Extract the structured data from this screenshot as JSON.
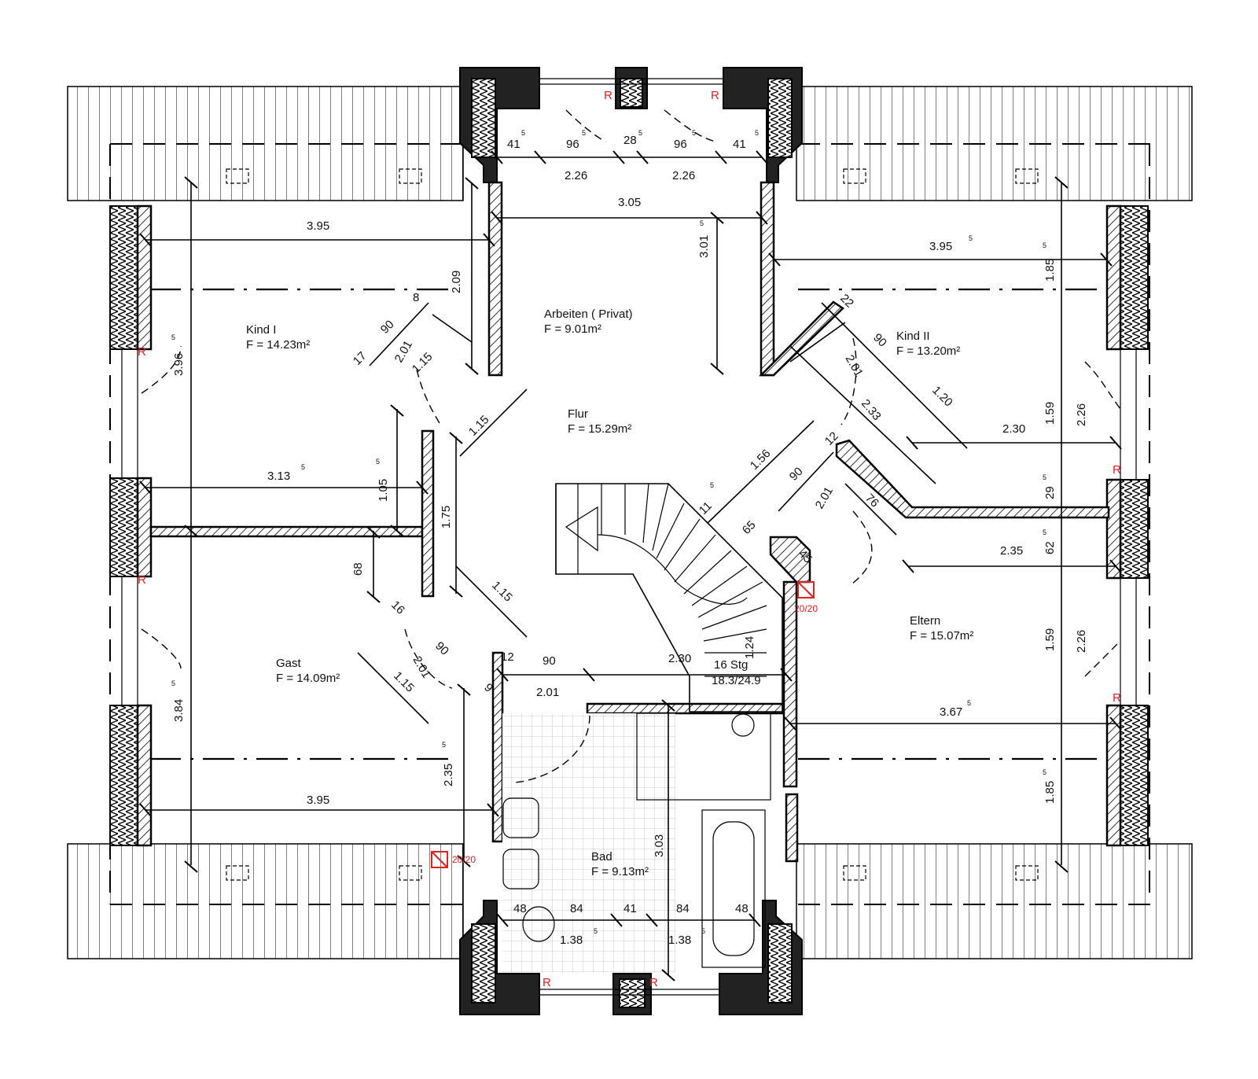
{
  "rooms": {
    "kind1": {
      "name": "Kind I",
      "area": "F = 14.23m²"
    },
    "arbeiten": {
      "name": "Arbeiten ( Privat)",
      "area": "F = 9.01m²"
    },
    "kind2": {
      "name": "Kind II",
      "area": "F = 13.20m²"
    },
    "flur": {
      "name": "Flur",
      "area": "F = 15.29m²"
    },
    "gast": {
      "name": "Gast",
      "area": "F = 14.09m²"
    },
    "eltern": {
      "name": "Eltern",
      "area": "F = 15.07m²"
    },
    "bad": {
      "name": "Bad",
      "area": "F = 9.13m²"
    }
  },
  "stairs": {
    "steps": "16 Stg",
    "ratio": "18.3/24.9"
  },
  "markers": {
    "window": "R",
    "chimney": "20/20"
  },
  "dimensions": {
    "top_41_left": "41",
    "top_96_left": "96",
    "top_28": "28",
    "top_96_right": "96",
    "top_41_right": "41",
    "top_226_left": "2.26",
    "top_226_right": "2.26",
    "arb_305": "3.05",
    "arb_301": "3.01",
    "k1_395": "3.95",
    "k1_209": "2.09",
    "k1_8": "8",
    "k1_90": "90",
    "k1_175": "17",
    "k1_201": "2.01",
    "k1_115": "1.15",
    "k1_396": "3.96",
    "flur_115_top": "1.15",
    "k1_313": "3.13",
    "k1_105": "1.05",
    "flur_175": "1.75",
    "g_68": "68",
    "g_16": "16",
    "flur_115_bot": "1.15",
    "g_90": "90",
    "g_201": "2.01",
    "g_115": "1.15",
    "g_384": "3.84",
    "g_235": "2.35",
    "g_395": "3.95",
    "k2_395": "3.95",
    "k2_185": "1.85",
    "k2_22": "22",
    "k2_90": "90",
    "k2_201": "2.01",
    "k2_233": "2.33",
    "k2_120": "1.20",
    "k2_230": "2.30",
    "k2_159": "1.59",
    "k2_226": "2.26",
    "e_156": "1.56",
    "e_125": "12",
    "e_90": "90",
    "e_201": "2.01",
    "e_76": "76",
    "e_295": "29",
    "e_235": "2.35",
    "e_62": "62",
    "e_159": "1.59",
    "e_226": "2.26",
    "e_367": "3.67",
    "e_185": "1.85",
    "st_11": "11",
    "st_65": "65",
    "st_45": "45",
    "st_124": "1.24",
    "st_230": "2.30",
    "b_12": "12",
    "b_90": "90",
    "b_9": "9",
    "b_201": "2.01",
    "b_303": "3.03",
    "b_48l": "48",
    "b_84l": "84",
    "b_41": "41",
    "b_84r": "84",
    "b_48r": "48",
    "b_138l": "1.38",
    "b_138r": "1.38",
    "half": "5"
  }
}
